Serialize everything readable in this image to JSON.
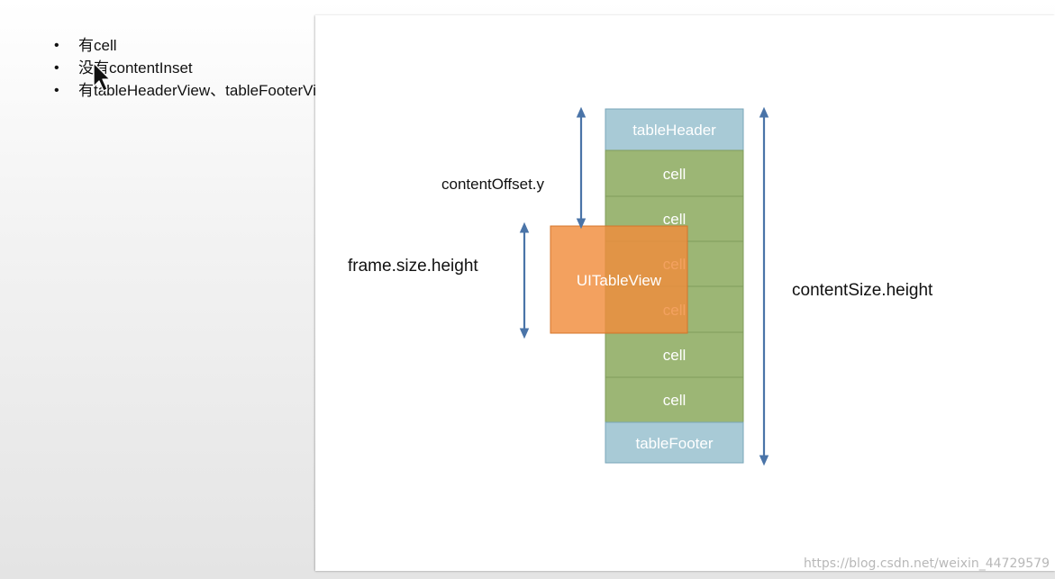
{
  "bullets": [
    {
      "text": "有cell"
    },
    {
      "text": "没有contentInset"
    },
    {
      "text": "有tableHeaderView、tableFooterView"
    }
  ],
  "diagram": {
    "left_labels": {
      "content_offset_y": "contentOffset.y",
      "frame_size_height": "frame.size.height"
    },
    "right_label": "contentSize.height",
    "header_label": "tableHeader",
    "footer_label": "tableFooter",
    "cells": [
      "cell",
      "cell",
      "cell",
      "cell",
      "cell",
      "cell"
    ],
    "tableview_label": "UITableView",
    "colors": {
      "header_footer_fill": "#a8cad6",
      "cell_fill": "#9cb675",
      "tableview_fill": "#f08c3c",
      "arrow": "#4a74a8"
    }
  },
  "watermark": "https://blog.csdn.net/weixin_44729579"
}
